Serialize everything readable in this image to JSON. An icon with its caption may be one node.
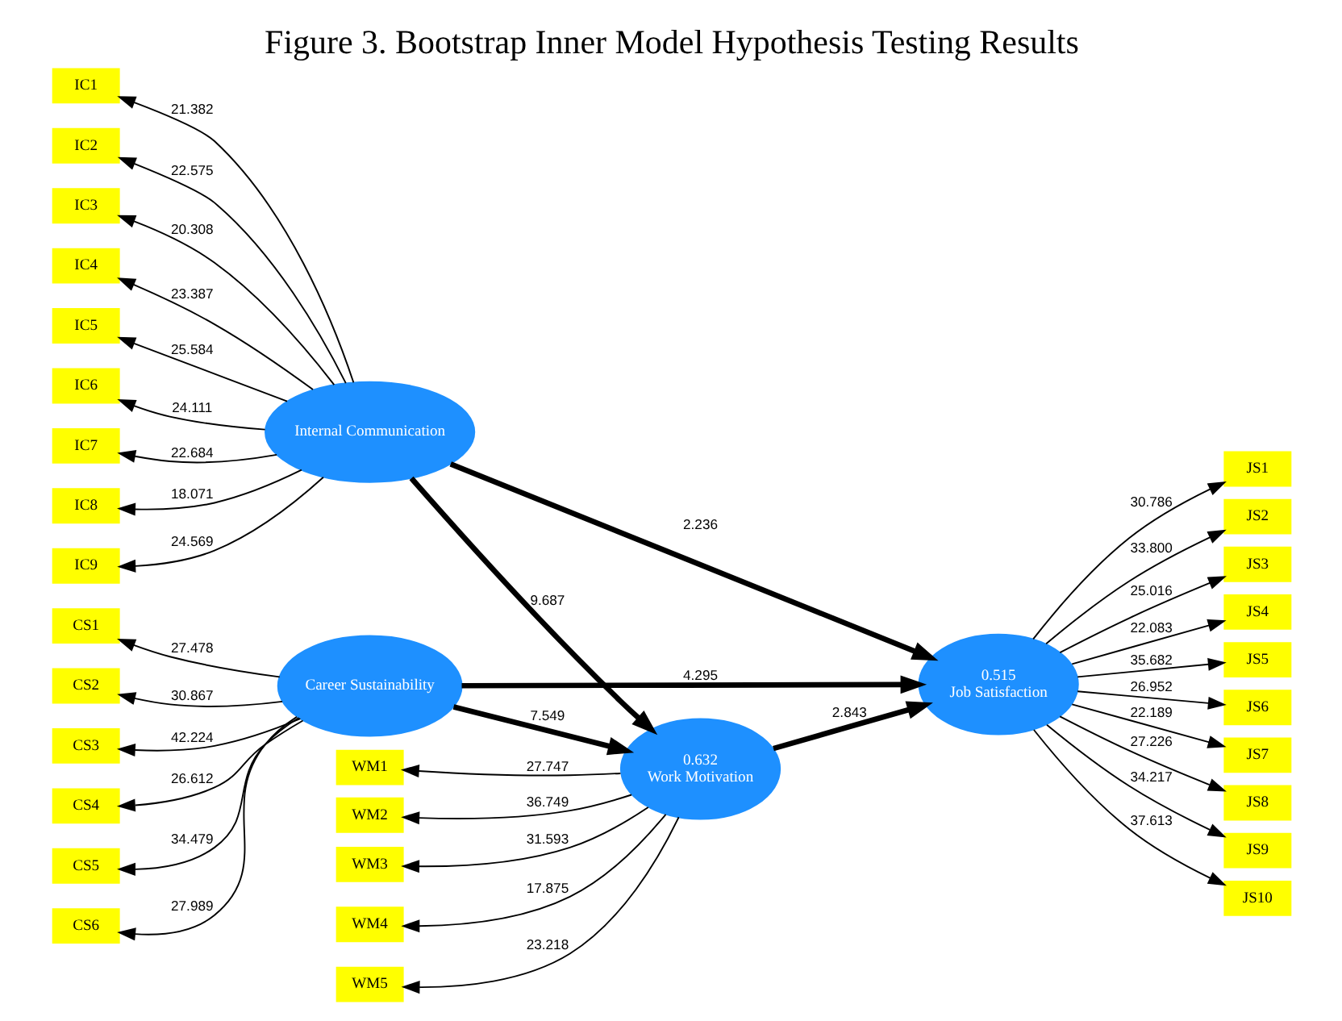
{
  "diagram": {
    "title": "Figure 3. Bootstrap Inner Model Hypothesis Testing Results",
    "nodes": [
      {
        "text": [
          "Internal Communication"
        ]
      },
      {
        "text": [
          "IC1"
        ]
      },
      {
        "text": [
          "IC2"
        ]
      },
      {
        "text": [
          "IC3"
        ]
      },
      {
        "text": [
          "IC4"
        ]
      },
      {
        "text": [
          "IC5"
        ]
      },
      {
        "text": [
          "IC6"
        ]
      },
      {
        "text": [
          "IC7"
        ]
      },
      {
        "text": [
          "IC8"
        ]
      },
      {
        "text": [
          "IC9"
        ]
      },
      {
        "text": [
          "Career Sustainability"
        ]
      },
      {
        "text": [
          "CS1"
        ]
      },
      {
        "text": [
          "CS2"
        ]
      },
      {
        "text": [
          "CS3"
        ]
      },
      {
        "text": [
          "CS4"
        ]
      },
      {
        "text": [
          "CS5"
        ]
      },
      {
        "text": [
          "CS6"
        ]
      },
      {
        "text": [
          "0.632",
          "Work Motivation"
        ]
      },
      {
        "text": [
          "WM1"
        ]
      },
      {
        "text": [
          "WM2"
        ]
      },
      {
        "text": [
          "WM3"
        ]
      },
      {
        "text": [
          "WM4"
        ]
      },
      {
        "text": [
          "WM5"
        ]
      },
      {
        "text": [
          "0.515",
          "Job Satisfaction"
        ]
      },
      {
        "text": [
          "JS1"
        ]
      },
      {
        "text": [
          "JS2"
        ]
      },
      {
        "text": [
          "JS3"
        ]
      },
      {
        "text": [
          "JS4"
        ]
      },
      {
        "text": [
          "JS5"
        ]
      },
      {
        "text": [
          "JS6"
        ]
      },
      {
        "text": [
          "JS7"
        ]
      },
      {
        "text": [
          "JS8"
        ]
      },
      {
        "text": [
          "JS9"
        ]
      },
      {
        "text": [
          "JS10"
        ]
      }
    ],
    "edges": [
      {
        "from": 0,
        "to": 1,
        "arrow": "to",
        "label": "21.382"
      },
      {
        "from": 0,
        "to": 2,
        "arrow": "to",
        "label": "22.575"
      },
      {
        "from": 0,
        "to": 3,
        "arrow": "to",
        "label": "20.308"
      },
      {
        "from": 0,
        "to": 4,
        "arrow": "to",
        "label": "23.387"
      },
      {
        "from": 0,
        "to": 5,
        "arrow": "to",
        "label": "25.584"
      },
      {
        "from": 0,
        "to": 6,
        "arrow": "to",
        "label": "24.111"
      },
      {
        "from": 0,
        "to": 7,
        "arrow": "to",
        "label": "22.684"
      },
      {
        "from": 0,
        "to": 8,
        "arrow": "to",
        "label": "18.071"
      },
      {
        "from": 0,
        "to": 9,
        "arrow": "to",
        "label": "24.569"
      },
      {
        "from": 10,
        "to": 11,
        "arrow": "to",
        "label": "27.478"
      },
      {
        "from": 10,
        "to": 12,
        "arrow": "to",
        "label": "30.867"
      },
      {
        "from": 10,
        "to": 13,
        "arrow": "to",
        "label": "42.224"
      },
      {
        "from": 10,
        "to": 14,
        "arrow": "to",
        "label": "26.612"
      },
      {
        "from": 10,
        "to": 15,
        "arrow": "to",
        "label": "34.479"
      },
      {
        "from": 10,
        "to": 16,
        "arrow": "to",
        "label": "27.989"
      },
      {
        "from": 17,
        "to": 18,
        "arrow": "to",
        "label": "27.747"
      },
      {
        "from": 17,
        "to": 19,
        "arrow": "to",
        "label": "36.749"
      },
      {
        "from": 17,
        "to": 20,
        "arrow": "to",
        "label": "31.593"
      },
      {
        "from": 17,
        "to": 21,
        "arrow": "to",
        "label": "17.875"
      },
      {
        "from": 17,
        "to": 22,
        "arrow": "to",
        "label": "23.218"
      },
      {
        "from": 23,
        "to": 24,
        "arrow": "to",
        "label": "30.786"
      },
      {
        "from": 23,
        "to": 25,
        "arrow": "to",
        "label": "33.800"
      },
      {
        "from": 23,
        "to": 26,
        "arrow": "to",
        "label": "25.016"
      },
      {
        "from": 23,
        "to": 27,
        "arrow": "to",
        "label": "22.083"
      },
      {
        "from": 23,
        "to": 28,
        "arrow": "to",
        "label": "35.682"
      },
      {
        "from": 23,
        "to": 29,
        "arrow": "to",
        "label": "26.952"
      },
      {
        "from": 23,
        "to": 30,
        "arrow": "to",
        "label": "22.189"
      },
      {
        "from": 23,
        "to": 31,
        "arrow": "to",
        "label": "27.226"
      },
      {
        "from": 23,
        "to": 32,
        "arrow": "to",
        "label": "34.217"
      },
      {
        "from": 23,
        "to": 33,
        "arrow": "to",
        "label": "37.613"
      },
      {
        "from": 0,
        "to": 17,
        "arrow": "to",
        "label": "9.687",
        "style": "thick"
      },
      {
        "from": 0,
        "to": 23,
        "arrow": "to",
        "label": "2.236",
        "style": "thick"
      },
      {
        "from": 10,
        "to": 17,
        "arrow": "to",
        "label": "7.549",
        "style": "thick"
      },
      {
        "from": 10,
        "to": 23,
        "arrow": "to",
        "label": "4.295",
        "style": "thick"
      },
      {
        "from": 17,
        "to": 23,
        "arrow": "to",
        "label": "2.843",
        "style": "thick"
      }
    ]
  }
}
